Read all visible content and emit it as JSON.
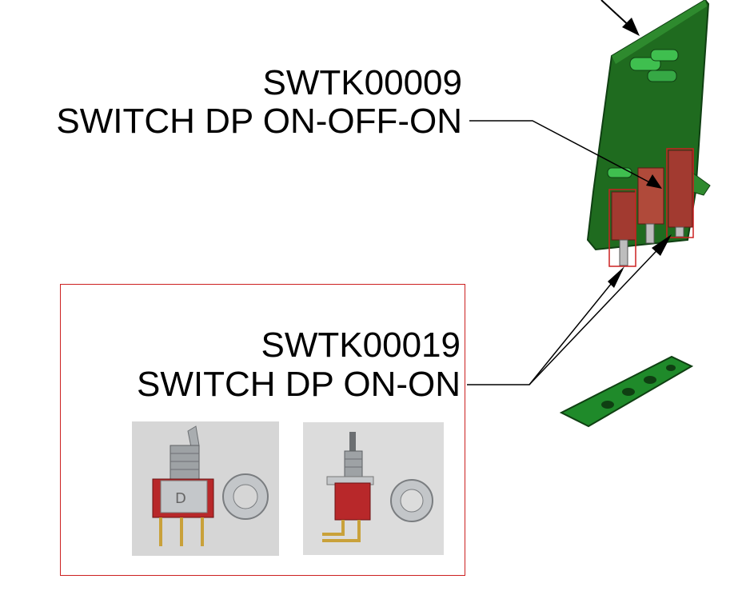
{
  "callouts": [
    {
      "part_number": "SWTK00009",
      "description": "SWITCH DP ON-OFF-ON"
    },
    {
      "part_number": "SWTK00019",
      "description": "SWITCH DP ON-ON"
    }
  ],
  "colors": {
    "pcb_green": "#1f6b1f",
    "pcb_dark": "#0f3f12",
    "switch_red": "#b8282a",
    "highlight_box": "#cc2020",
    "leader_line": "#000000",
    "photo_background": "#d9d9d9",
    "metal": "#b9bcbf",
    "gold_pins": "#c9a13a"
  }
}
